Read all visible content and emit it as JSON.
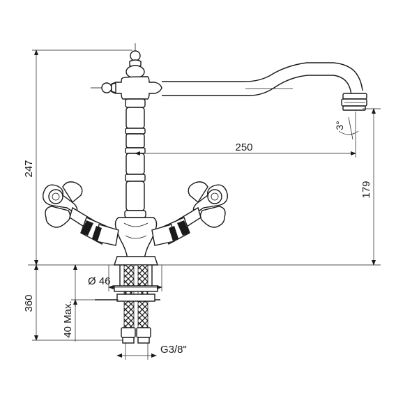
{
  "dimensions": {
    "total_height": "247",
    "spout_reach": "250",
    "spout_height": "179",
    "hose_length": "360",
    "max_deck_thickness": "40 Max.",
    "hole_diameter": "Ø 46",
    "connection_thread": "G3/8\"",
    "swivel_angle": "3°"
  }
}
